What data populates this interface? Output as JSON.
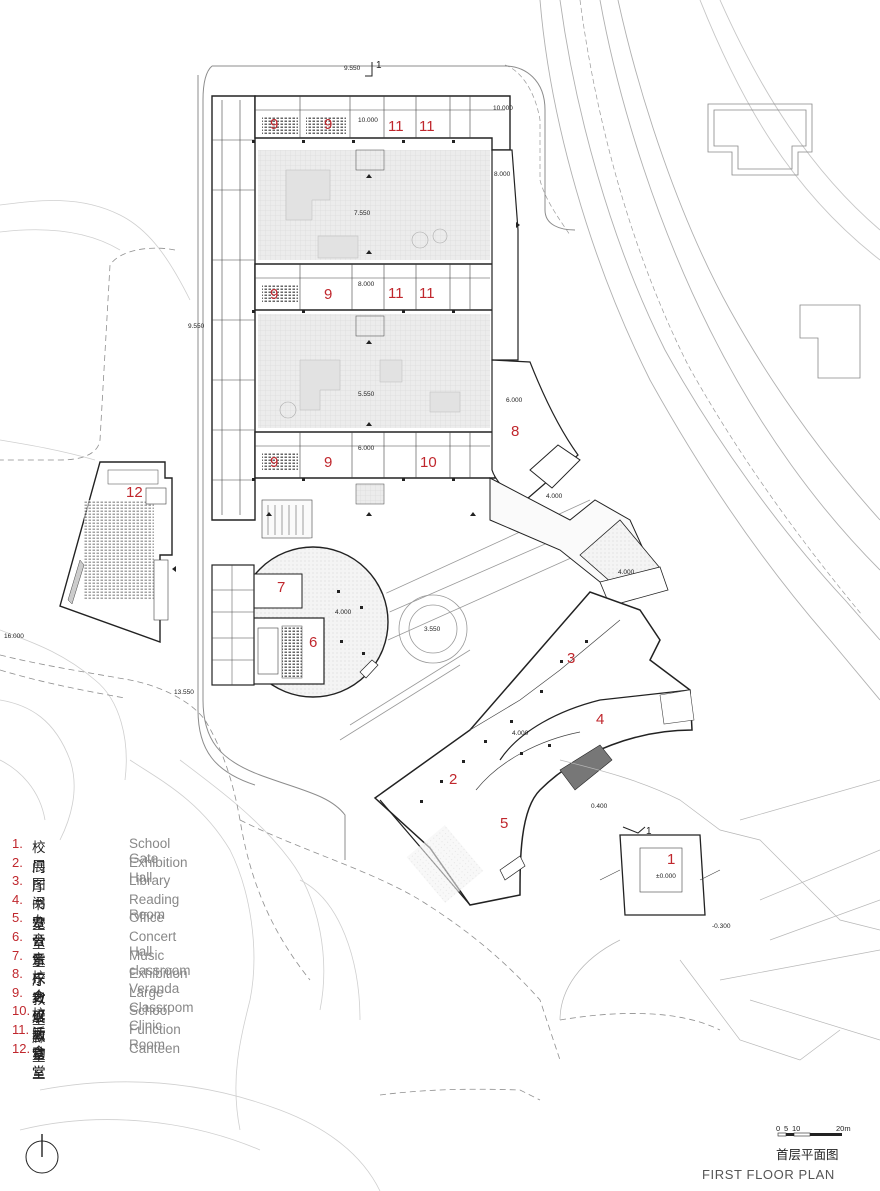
{
  "rooms": [
    {
      "num": "1"
    },
    {
      "num": "2"
    },
    {
      "num": "3"
    },
    {
      "num": "4"
    },
    {
      "num": "5"
    },
    {
      "num": "6"
    },
    {
      "num": "7"
    },
    {
      "num": "8"
    },
    {
      "num": "9"
    },
    {
      "num": "9"
    },
    {
      "num": "9"
    },
    {
      "num": "9"
    },
    {
      "num": "9"
    },
    {
      "num": "9"
    },
    {
      "num": "10"
    },
    {
      "num": "11"
    },
    {
      "num": "11"
    },
    {
      "num": "11"
    },
    {
      "num": "11"
    },
    {
      "num": "12"
    }
  ],
  "elevations": [
    "9.550",
    "10.000",
    "10.000",
    "8.000",
    "7.550",
    "8.000",
    "9.550",
    "5.550",
    "6.000",
    "6.000",
    "4.000",
    "4.000",
    "4.000",
    "3.550",
    "4.000",
    "16.000",
    "13.550",
    "0.400",
    "±0.000",
    "-0.300"
  ],
  "markers": [
    "1",
    "1"
  ],
  "legend": [
    {
      "num": "1.",
      "cn": "校门",
      "en": "School Gate"
    },
    {
      "num": "2.",
      "cn": "展厅",
      "en": "Exhibition Hall"
    },
    {
      "num": "3.",
      "cn": "图书室",
      "en": "Library"
    },
    {
      "num": "4.",
      "cn": "阅览室",
      "en": "Reading Room"
    },
    {
      "num": "5.",
      "cn": "办公室",
      "en": "Office"
    },
    {
      "num": "6.",
      "cn": "音乐厅",
      "en": "Concert Hall"
    },
    {
      "num": "7.",
      "cn": "音乐教室",
      "en": "Music classroom"
    },
    {
      "num": "8.",
      "cn": "校史展廊",
      "en": "Exhibition Veranda"
    },
    {
      "num": "9.",
      "cn": "合班教室",
      "en": "Large Classroom"
    },
    {
      "num": "10.",
      "cn": "校医室",
      "en": "School Clinic"
    },
    {
      "num": "11.",
      "cn": "活动室",
      "en": "Function Room"
    },
    {
      "num": "12.",
      "cn": "食堂",
      "en": "Canteen"
    }
  ],
  "scale": {
    "labels": [
      "0",
      "5",
      "10",
      "20m"
    ]
  },
  "title": {
    "cn": "首层平面图",
    "en": "FIRST FLOOR  PLAN"
  },
  "colors": {
    "room_numbers": "#c0272d",
    "linework": "#333333",
    "site_lines": "#bbbbbb",
    "legend_en": "#888888"
  }
}
